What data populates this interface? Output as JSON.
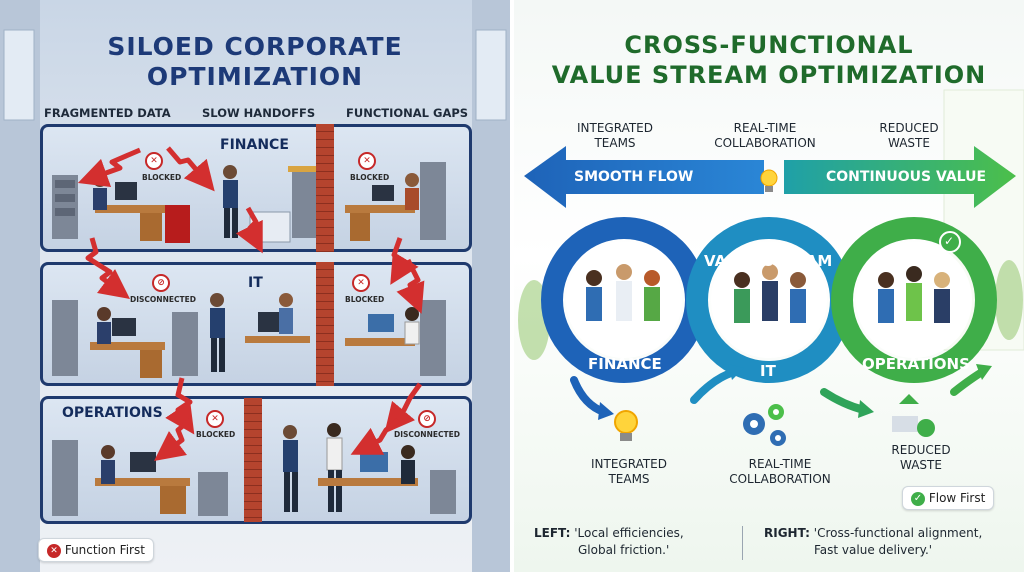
{
  "left": {
    "title_line1": "SILOED CORPORATE",
    "title_line2": "OPTIMIZATION",
    "top_labels": [
      "FRAGMENTED DATA",
      "SLOW HANDOFFS",
      "FUNCTIONAL GAPS"
    ],
    "departments": [
      "FINANCE",
      "IT",
      "OPERATIONS"
    ],
    "callouts": {
      "finance_left": "BLOCKED",
      "finance_right": "BLOCKED",
      "it_left": "DISCONNECTED",
      "it_right": "BLOCKED",
      "ops_left": "BLOCKED",
      "ops_right": "DISCONNECTED"
    },
    "badge": "Function First"
  },
  "right": {
    "title_line1": "CROSS-FUNCTIONAL",
    "title_line2": "VALUE STREAM OPTIMIZATION",
    "top_labels": [
      {
        "line1": "INTEGRATED",
        "line2": "TEAMS"
      },
      {
        "line1": "REAL-TIME",
        "line2": "COLLABORATION"
      },
      {
        "line1": "REDUCED",
        "line2": "WASTE"
      }
    ],
    "arrow_left_label": "SMOOTH FLOW",
    "arrow_right_label": "CONTINUOUS VALUE",
    "loop_top_label": "VALUE STREAM",
    "loop_labels": [
      "FINANCE",
      "IT",
      "OPERATIONS"
    ],
    "bottom_labels": [
      {
        "line1": "INTEGRATED",
        "line2": "TEAMS"
      },
      {
        "line1": "REAL-TIME",
        "line2": "COLLABORATION"
      },
      {
        "line1": "REDUCED",
        "line2": "WASTE"
      }
    ],
    "badge": "Flow First"
  },
  "footer": {
    "left_key": "LEFT:",
    "left_line1": "'Local efficiencies,",
    "left_line2": "Global friction.'",
    "right_key": "RIGHT:",
    "right_line1": "'Cross-functional alignment,",
    "right_line2": "Fast value delivery.'"
  },
  "colors": {
    "left_title": "#1d3a78",
    "right_title": "#1f6b2b",
    "blocked_red": "#d32f2f",
    "flow_blue": "#1e63b8",
    "flow_green": "#3fae49"
  },
  "icons": [
    "x-circle-icon",
    "no-entry-icon",
    "lightbulb-icon",
    "gears-icon",
    "recycle-icon",
    "check-circle-icon"
  ]
}
